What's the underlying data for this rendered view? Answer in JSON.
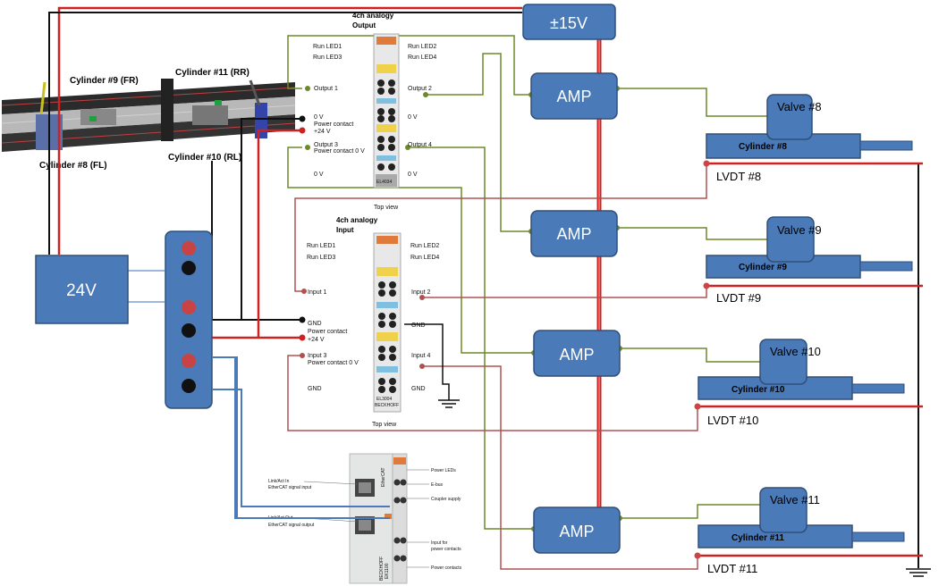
{
  "power": {
    "supply_24v": "24V",
    "supply_15v": "±15V"
  },
  "amps": [
    "AMP",
    "AMP",
    "AMP",
    "AMP"
  ],
  "valves": [
    "Valve #8",
    "Valve #9",
    "Valve #10",
    "Valve #11"
  ],
  "cylinders_right": [
    "Cylinder #8",
    "Cylinder #9",
    "Cylinder #10",
    "Cylinder #11"
  ],
  "lvdts": [
    "LVDT #8",
    "LVDT #9",
    "LVDT #10",
    "LVDT #11"
  ],
  "rig_labels": [
    "Cylinder #9 (FR)",
    "Cylinder #11 (RR)",
    "Cylinder #8 (FL)",
    "Cylinder #10 (RL)"
  ],
  "output_module": {
    "title_1": "4ch analogy",
    "title_2": "Output",
    "led_left": [
      "Run LED1",
      "Run LED3"
    ],
    "led_right": [
      "Run LED2",
      "Run LED4"
    ],
    "left": [
      "Output 1",
      "0 V",
      "Power contact",
      "+24 V",
      "Output 3",
      "Power contact 0 V",
      "0 V"
    ],
    "right": [
      "Output 2",
      "0 V",
      "Output 4",
      "0 V"
    ],
    "model": "EL4034",
    "view": "Top view"
  },
  "input_module": {
    "title_1": "4ch analogy",
    "title_2": "Input",
    "led_left": [
      "Run LED1",
      "Run LED3"
    ],
    "led_right": [
      "Run LED2",
      "Run LED4"
    ],
    "left": [
      "Input 1",
      "GND",
      "Power contact",
      "+24 V",
      "Input 3",
      "Power contact 0 V",
      "GND"
    ],
    "right": [
      "Input 2",
      "GND",
      "Input 4",
      "GND"
    ],
    "model": "EL3004",
    "brand": "BECKHOFF",
    "view": "Top view"
  },
  "coupler": {
    "left": [
      "Link/Act In",
      "EtherCAT signal input",
      "Link/Act Out",
      "EtherCAT signal output"
    ],
    "right": [
      "Power LEDs",
      "E-bus",
      "Coupler supply",
      "Input for",
      "power contacts",
      "Power contacts"
    ],
    "brand": "BECKHOFF",
    "model": "EK1100",
    "side_text": "EtherCAT"
  },
  "colors": {
    "box_fill": "#4a7ab8",
    "box_stroke": "#2f4f7a",
    "red_wire": "#cc2222",
    "green_wire": "#6b8a2a",
    "blue_wire": "#4a7ab8",
    "brown_wire": "#b05050"
  }
}
